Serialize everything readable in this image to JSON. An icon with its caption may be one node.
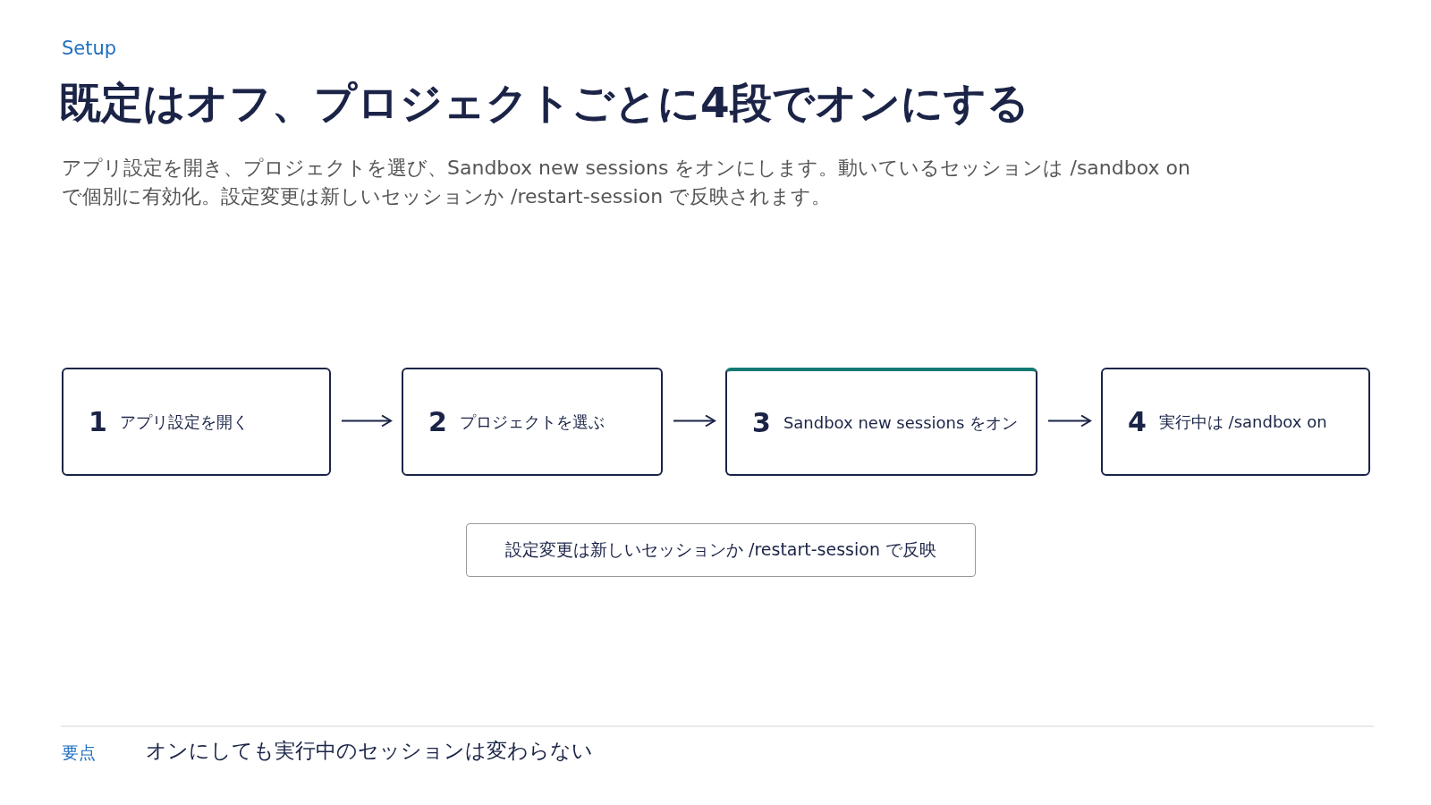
{
  "diagram": {
    "title": "既定はオフ、プロジェクトごとに4段でオンにする",
    "nodes": [
      {
        "text": [
          "1",
          "アプリ設定を開く"
        ]
      },
      {
        "text": [
          "2",
          "プロジェクトを選ぶ"
        ]
      },
      {
        "text": [
          "3",
          "Sandbox new sessions をオン"
        ]
      },
      {
        "text": [
          "4",
          "実行中は /sandbox on"
        ]
      },
      {
        "text": [
          "設定変更は新しいセッションか /restart-session で反映"
        ]
      }
    ],
    "edges": [
      {
        "from": 0,
        "to": 1,
        "arrow": "to"
      },
      {
        "from": 1,
        "to": 2,
        "arrow": "to"
      },
      {
        "from": 2,
        "to": 3,
        "arrow": "to"
      }
    ],
    "labels": [
      "Setup",
      "アプリ設定を開き、プロジェクトを選び、Sandbox new sessions をオンにします。動いているセッションは /sandbox on で個別に有効化。設定変更は新しいセッションか /restart-session で反映されます。",
      "要点",
      "オンにしても実行中のセッションは変わらない"
    ]
  }
}
